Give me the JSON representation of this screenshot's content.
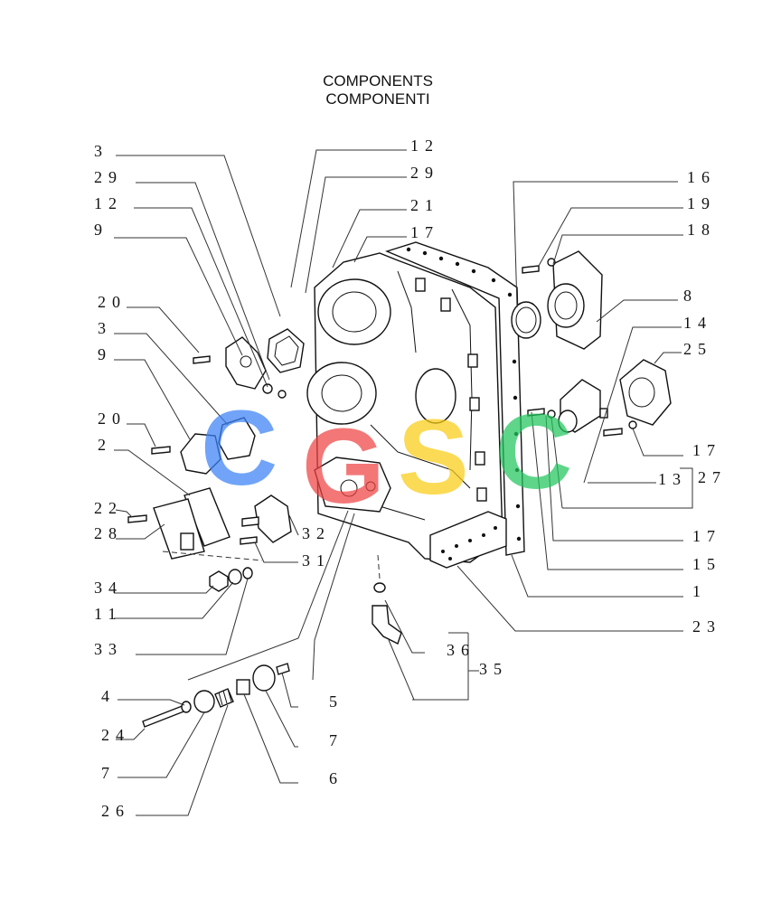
{
  "title_en": "COMPONENTS",
  "title_it": "COMPONENTI",
  "watermark": {
    "letters": [
      "C",
      "G",
      "S",
      "C"
    ],
    "colors": [
      "#3b82f6",
      "#ef4444",
      "#facc15",
      "#22c55e"
    ]
  },
  "callouts": [
    {
      "id": "l3a",
      "text": "3"
    },
    {
      "id": "l29a",
      "text": "29"
    },
    {
      "id": "l12a",
      "text": "12"
    },
    {
      "id": "l9a",
      "text": "9"
    },
    {
      "id": "l20a",
      "text": "20"
    },
    {
      "id": "l3b",
      "text": "3"
    },
    {
      "id": "l9b",
      "text": "9"
    },
    {
      "id": "l20b",
      "text": "20"
    },
    {
      "id": "l2",
      "text": "2"
    },
    {
      "id": "l22",
      "text": "22"
    },
    {
      "id": "l28",
      "text": "28"
    },
    {
      "id": "l34",
      "text": "34"
    },
    {
      "id": "l11",
      "text": "11"
    },
    {
      "id": "l33",
      "text": "33"
    },
    {
      "id": "l4",
      "text": "4"
    },
    {
      "id": "l24",
      "text": "24"
    },
    {
      "id": "l7a",
      "text": "7"
    },
    {
      "id": "l26",
      "text": "26"
    },
    {
      "id": "l12b",
      "text": "12"
    },
    {
      "id": "l29b",
      "text": "29"
    },
    {
      "id": "l21",
      "text": "21"
    },
    {
      "id": "l17a",
      "text": "17"
    },
    {
      "id": "l32",
      "text": "32"
    },
    {
      "id": "l31",
      "text": "31"
    },
    {
      "id": "l5",
      "text": "5"
    },
    {
      "id": "l7b",
      "text": "7"
    },
    {
      "id": "l6",
      "text": "6"
    },
    {
      "id": "l36",
      "text": "36"
    },
    {
      "id": "l35",
      "text": "35"
    },
    {
      "id": "l16",
      "text": "16"
    },
    {
      "id": "l19",
      "text": "19"
    },
    {
      "id": "l18",
      "text": "18"
    },
    {
      "id": "l8",
      "text": "8"
    },
    {
      "id": "l14",
      "text": "14"
    },
    {
      "id": "l25",
      "text": "25"
    },
    {
      "id": "l17b",
      "text": "17"
    },
    {
      "id": "l13",
      "text": "13"
    },
    {
      "id": "l27",
      "text": "27"
    },
    {
      "id": "l17c",
      "text": "17"
    },
    {
      "id": "l15",
      "text": "15"
    },
    {
      "id": "l1",
      "text": "1"
    },
    {
      "id": "l23",
      "text": "23"
    }
  ]
}
